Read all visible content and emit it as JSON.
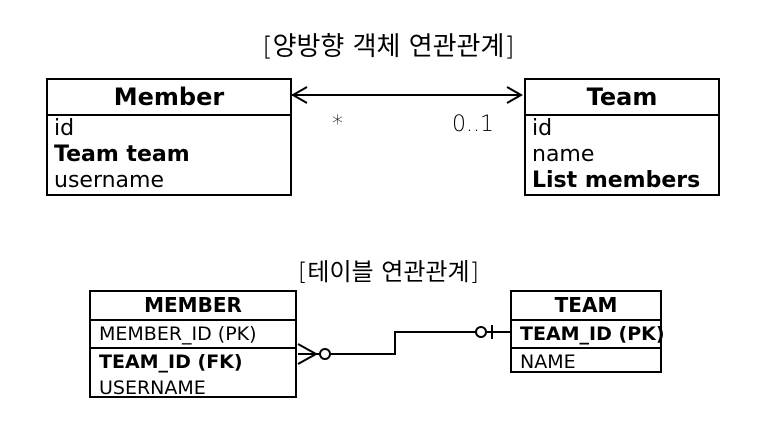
{
  "object_diagram": {
    "title": "[양방향 객체 연관관계]",
    "member": {
      "name": "Member",
      "fields": [
        {
          "text": "id",
          "bold": false
        },
        {
          "text": "Team team",
          "bold": true
        },
        {
          "text": "username",
          "bold": false
        }
      ]
    },
    "team": {
      "name": "Team",
      "fields": [
        {
          "text": "id",
          "bold": false
        },
        {
          "text": "name",
          "bold": false
        },
        {
          "text": "List members",
          "bold": true
        }
      ]
    },
    "multiplicity_member_side": "*",
    "multiplicity_team_side": "0..1"
  },
  "table_diagram": {
    "title": "[테이블 연관관계]",
    "member_table": {
      "name": "MEMBER",
      "columns": [
        "MEMBER_ID (PK)",
        "TEAM_ID (FK)",
        "USERNAME"
      ]
    },
    "team_table": {
      "name": "TEAM",
      "columns": [
        "TEAM_ID (PK)",
        "NAME"
      ]
    }
  }
}
